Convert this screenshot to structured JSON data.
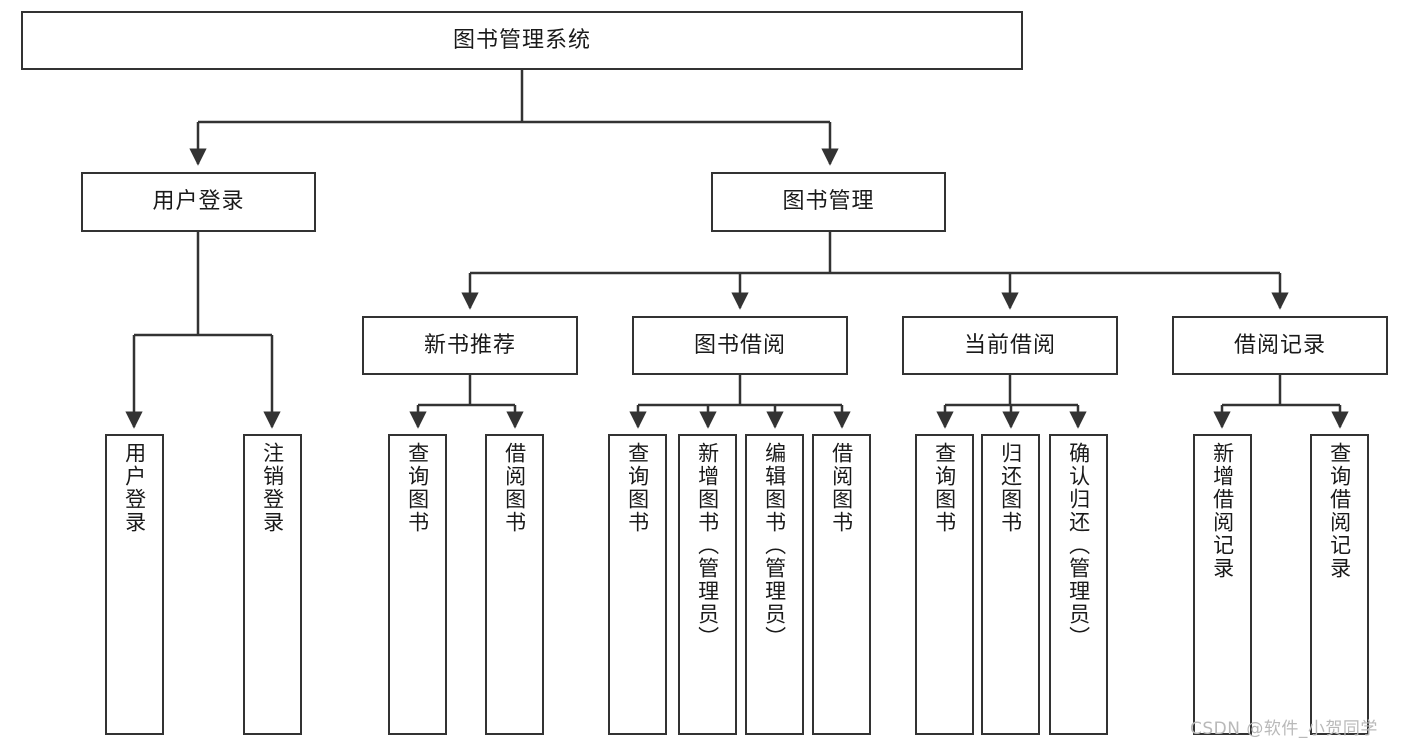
{
  "diagram": {
    "title": "图书管理系统",
    "type": "tree-hierarchy-diagram",
    "watermark": "CSDN @软件_小贺同学",
    "colors": {
      "stroke": "#333333",
      "fill": "#ffffff",
      "text": "#1a1a1a",
      "watermark": "#b9b9b9"
    },
    "nodes": {
      "root": {
        "label": "图书管理系统"
      },
      "level2": [
        {
          "id": "user-login",
          "label": "用户登录"
        },
        {
          "id": "book-manage",
          "label": "图书管理"
        }
      ],
      "level3": [
        {
          "id": "new-book-recommend",
          "label": "新书推荐"
        },
        {
          "id": "book-borrow",
          "label": "图书借阅"
        },
        {
          "id": "current-borrow",
          "label": "当前借阅"
        },
        {
          "id": "borrow-record",
          "label": "借阅记录"
        }
      ],
      "leaves": {
        "user_login": [
          {
            "id": "leaf-user-login",
            "label": "用户登录"
          },
          {
            "id": "leaf-logout",
            "label": "注销登录"
          }
        ],
        "new_book_recommend": [
          {
            "id": "leaf-query-book-1",
            "label": "查询图书"
          },
          {
            "id": "leaf-borrow-book-1",
            "label": "借阅图书"
          }
        ],
        "book_borrow": [
          {
            "id": "leaf-query-book-2",
            "label": "查询图书"
          },
          {
            "id": "leaf-add-book",
            "label": "新增图书（管理员）"
          },
          {
            "id": "leaf-edit-book",
            "label": "编辑图书（管理员）"
          },
          {
            "id": "leaf-borrow-book-2",
            "label": "借阅图书"
          }
        ],
        "current_borrow": [
          {
            "id": "leaf-query-book-3",
            "label": "查询图书"
          },
          {
            "id": "leaf-return-book",
            "label": "归还图书"
          },
          {
            "id": "leaf-confirm-return",
            "label": "确认归还（管理员）"
          }
        ],
        "borrow_record": [
          {
            "id": "leaf-add-record",
            "label": "新增借阅记录"
          },
          {
            "id": "leaf-query-record",
            "label": "查询借阅记录"
          }
        ]
      }
    }
  }
}
